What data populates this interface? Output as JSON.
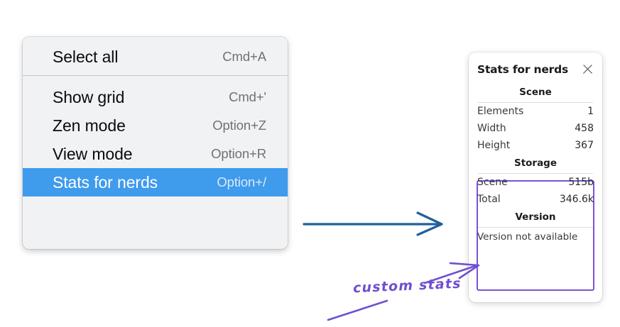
{
  "context_menu": {
    "groups": [
      {
        "items": [
          {
            "label": "Select all",
            "accel": "Cmd+A",
            "selected": false
          }
        ]
      },
      {
        "items": [
          {
            "label": "Show grid",
            "accel": "Cmd+'",
            "selected": false
          },
          {
            "label": "Zen mode",
            "accel": "Option+Z",
            "selected": false
          },
          {
            "label": "View mode",
            "accel": "Option+R",
            "selected": false
          },
          {
            "label": "Stats for nerds",
            "accel": "Option+/",
            "selected": true
          }
        ]
      }
    ],
    "selected_bg": "#3f9bec"
  },
  "stats_panel": {
    "title": "Stats for nerds",
    "close_icon": "close-icon",
    "sections": {
      "scene": {
        "heading": "Scene",
        "rows": [
          {
            "key": "Elements",
            "value": "1"
          },
          {
            "key": "Width",
            "value": "458"
          },
          {
            "key": "Height",
            "value": "367"
          }
        ]
      },
      "storage": {
        "heading": "Storage",
        "rows": [
          {
            "key": "Scene",
            "value": "515b"
          },
          {
            "key": "Total",
            "value": "346.6k"
          }
        ]
      },
      "version": {
        "heading": "Version",
        "note": "Version not available"
      }
    },
    "highlight_color": "#7a52d6"
  },
  "annotations": {
    "custom_stats_label": "custom stats",
    "label_color": "#6f4fd1",
    "blue_arrow_color": "#1f5f9e",
    "purple_arrow_color": "#6f4fd1"
  }
}
